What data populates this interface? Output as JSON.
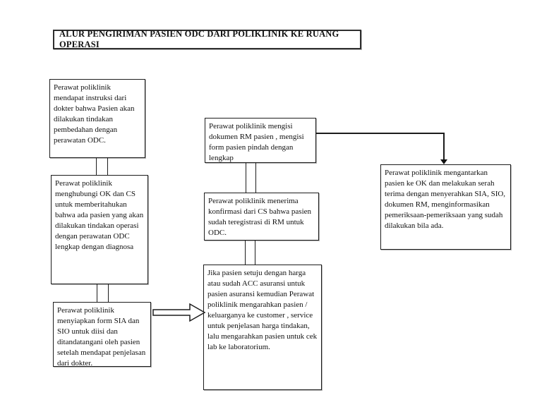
{
  "diagram": {
    "title": "ALUR PENGIRIMAN PASIEN ODC DARI POLIKLINIK KE RUANG OPERASI",
    "steps": [
      {
        "id": "instruksi-dokter",
        "text": "Perawat poliklinik mendapat instruksi dari dokter bahwa Pasien akan dilakukan tindakan pembedahan dengan perawatan ODC."
      },
      {
        "id": "hubungi-ok-cs",
        "text": "Perawat poliklinik menghubungi OK dan CS untuk memberitahukan bahwa ada pasien yang akan dilakukan tindakan operasi dengan perawatan ODC  lengkap dengan diagnosa"
      },
      {
        "id": "siapkan-form-sia-sio",
        "text": "Perawat poliklinik menyiapkan form SIA dan SIO untuk diisi dan ditandatangani oleh pasien setelah mendapat penjelasan dari dokter."
      },
      {
        "id": "mengisi-dokumen-rm",
        "text": "Perawat poliklinik mengisi dokumen RM pasien , mengisi form pasien pindah dengan lengkap"
      },
      {
        "id": "konfirmasi-cs",
        "text": "Perawat poliklinik menerima konfirmasi dari CS bahwa pasien sudah teregistrasi di RM untuk ODC."
      },
      {
        "id": "arahkan-customer-service",
        "text": "Jika pasien setuju dengan harga atau sudah ACC asuransi untuk pasien asuransi kemudian Perawat poliklinik mengarahkan pasien / keluarganya ke customer  , service untuk penjelasan harga tindakan, lalu mengarahkan pasien untuk cek lab ke laboratorium."
      },
      {
        "id": "antar-pasien-ke-ok",
        "text": "Perawat poliklinik mengantarkan pasien ke OK dan melakukan serah terima dengan menyerahkan SIA, SIO, dokumen RM, menginformasikan pemeriksaan-pemeriksaan yang sudah dilakukan bila ada."
      }
    ],
    "colors": {
      "background": "#ffffff",
      "border": "#1c1c1c",
      "text": "#111111"
    }
  }
}
